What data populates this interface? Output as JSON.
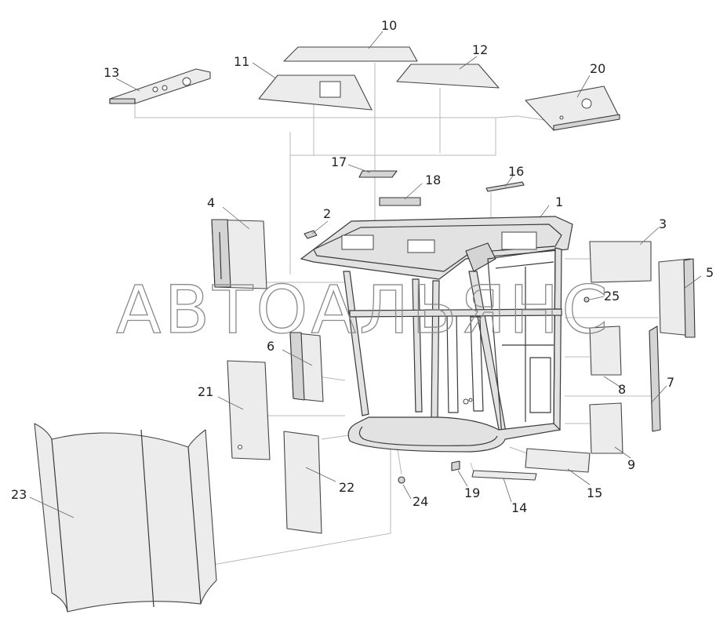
{
  "watermark": "АВТОАЛЬЯНС",
  "callouts": [
    {
      "id": "c1",
      "text": "1"
    },
    {
      "id": "c2",
      "text": "2"
    },
    {
      "id": "c3",
      "text": "3"
    },
    {
      "id": "c4",
      "text": "4"
    },
    {
      "id": "c5",
      "text": "5"
    },
    {
      "id": "c6",
      "text": "6"
    },
    {
      "id": "c7",
      "text": "7"
    },
    {
      "id": "c8",
      "text": "8"
    },
    {
      "id": "c9",
      "text": "9"
    },
    {
      "id": "c10",
      "text": "10"
    },
    {
      "id": "c11",
      "text": "11"
    },
    {
      "id": "c12",
      "text": "12"
    },
    {
      "id": "c13",
      "text": "13"
    },
    {
      "id": "c14",
      "text": "14"
    },
    {
      "id": "c15",
      "text": "15"
    },
    {
      "id": "c16",
      "text": "16"
    },
    {
      "id": "c17",
      "text": "17"
    },
    {
      "id": "c18",
      "text": "18"
    },
    {
      "id": "c19",
      "text": "19"
    },
    {
      "id": "c20",
      "text": "20"
    },
    {
      "id": "c21",
      "text": "21"
    },
    {
      "id": "c22",
      "text": "22"
    },
    {
      "id": "c23",
      "text": "23"
    },
    {
      "id": "c24",
      "text": "24"
    },
    {
      "id": "c25",
      "text": "25"
    }
  ]
}
